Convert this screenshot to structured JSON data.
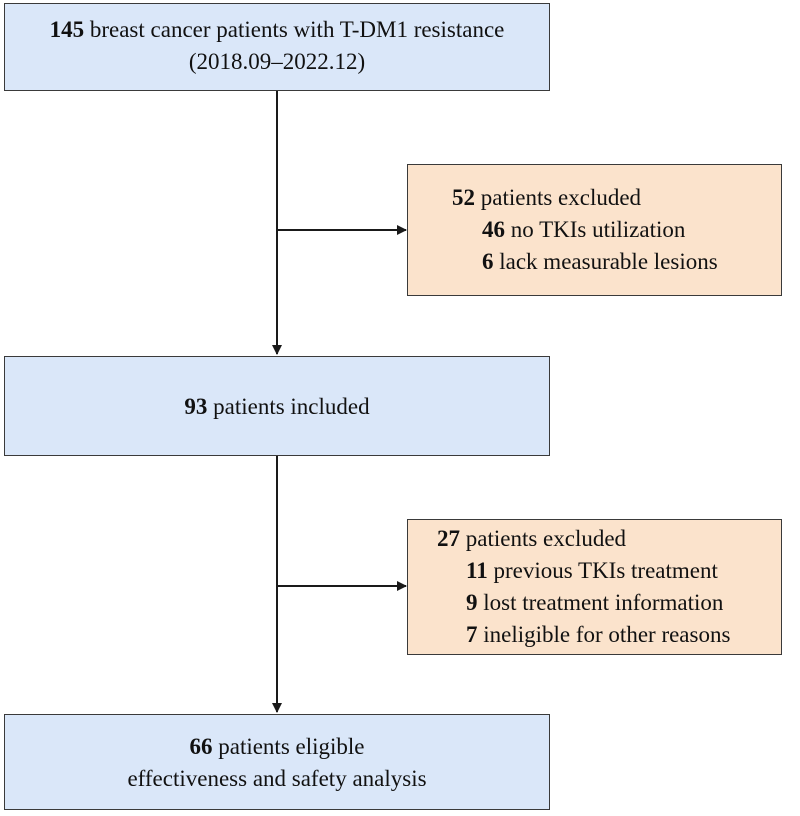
{
  "boxes": {
    "start": {
      "lines": [
        {
          "num": "145",
          "text": " breast cancer patients with T-DM1 resistance"
        },
        {
          "num": "",
          "text": "(2018.09–2022.12)"
        }
      ]
    },
    "excluded1": {
      "lines": [
        {
          "num": "52",
          "text": " patients excluded"
        },
        {
          "num": "46",
          "text": " no TKIs utilization"
        },
        {
          "num": "6",
          "text": " lack measurable lesions"
        }
      ]
    },
    "included": {
      "lines": [
        {
          "num": "93",
          "text": " patients included"
        }
      ]
    },
    "excluded2": {
      "lines": [
        {
          "num": "27",
          "text": " patients excluded"
        },
        {
          "num": "11",
          "text": " previous TKIs treatment"
        },
        {
          "num": "9",
          "text": " lost treatment information"
        },
        {
          "num": "7",
          "text": " ineligible for other reasons"
        }
      ]
    },
    "final": {
      "lines": [
        {
          "num": "66",
          "text": " patients eligible"
        },
        {
          "num": "",
          "text": "effectiveness and safety analysis"
        }
      ]
    }
  },
  "colors": {
    "main_box_fill": "#dae7f9",
    "exclusion_box_fill": "#fbe3cc",
    "stroke": "#1a1a1a"
  }
}
